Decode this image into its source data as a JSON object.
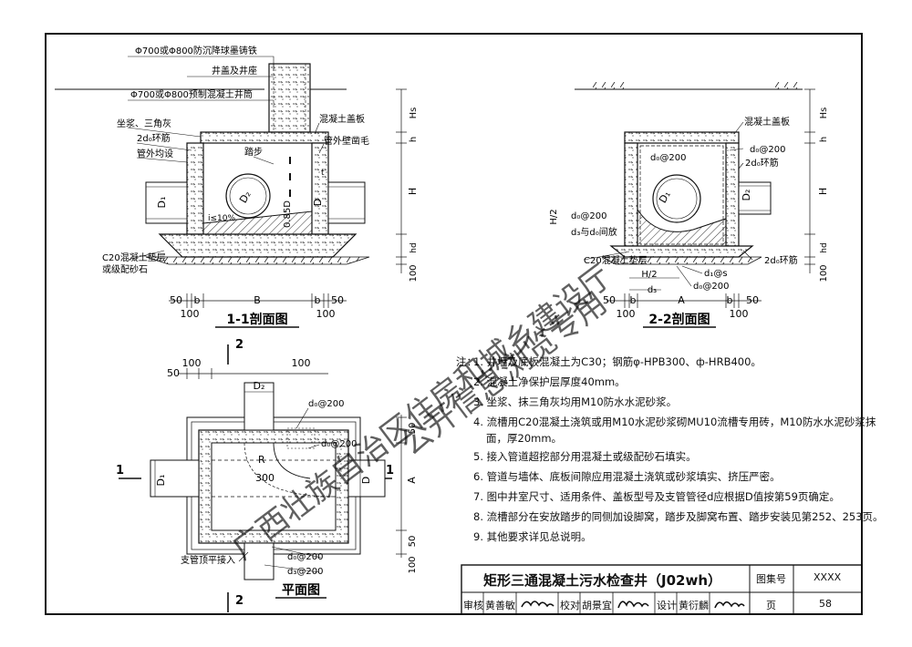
{
  "drawing": {
    "section1": {
      "title": "1-1剖面图",
      "labels": {
        "cover": "Φ700或Φ800防沉降球墨铸铁",
        "seat": "井盖及井座",
        "tube": "Φ700或Φ800预制混凝土井筒",
        "mortar": "坐浆、三角灰",
        "ring": "2d₀环筋",
        "fill": "管外均设",
        "slab": "混凝土盖板",
        "step": "踏步",
        "rough": "管外壁凿毛",
        "slope": "i≤10%",
        "D1": "D₁",
        "D2": "D₂",
        "depth": "0.85D",
        "D": "D",
        "H": "H",
        "Hs": "Hs",
        "h": "h",
        "hd": "hd",
        "t": "t",
        "base": "C20混凝土垫层",
        "base2": "或级配砂石",
        "dim100": "100"
      },
      "dims": [
        "50",
        "b",
        "B",
        "b",
        "50",
        "100",
        "100"
      ]
    },
    "section2": {
      "title": "2-2剖面图",
      "labels": {
        "slab": "混凝土盖板",
        "rebar1": "d₀@200",
        "rebar2": "2d₀环筋",
        "rebar3": "d₀@200",
        "rebar4": "d₀@200",
        "rebar5": "d₃与d₀间放",
        "D1": "D₁",
        "D2": "D₂",
        "H2v": "H/2",
        "base": "C20混凝土垫层",
        "ring": "2d₀环筋",
        "H2": "H/2",
        "d3": "d₃",
        "d1s": "d₁@s",
        "d0": "d₀@200",
        "H": "H",
        "Hs": "Hs",
        "h": "h",
        "hd": "hd",
        "dim100": "100"
      },
      "dims": [
        "50",
        "b",
        "A",
        "b",
        "50",
        "100",
        "100"
      ]
    },
    "plan": {
      "title": "平面图",
      "labels": {
        "sec1": "1",
        "sec2": "2",
        "D2": "D₂",
        "D1": "D₁",
        "D": "D",
        "A": "A",
        "R": "R",
        "r300": "300",
        "d0a": "d₀@200",
        "d0b": "d₀@200",
        "d0c": "d₀@200",
        "d3": "d₃@200",
        "branch": "支管顶平接入",
        "d100": "100",
        "d50": "50"
      }
    }
  },
  "notes": {
    "heading": "注：",
    "items": [
      "1. 井墙及底板混凝土为C30；钢筋φ-HPB300、ф-HRB400。",
      "2. 混凝土净保护层厚度40mm。",
      "3. 坐浆、抹三角灰均用M10防水水泥砂浆。",
      "4. 流槽用C20混凝土浇筑或用M10水泥砂浆砌MU10流槽专用砖，M10防水水泥砂浆抹",
      "5. 接入管道超挖部分用混凝土或级配砂石填实。",
      "6. 管道与墙体、底板间隙应用混凝土浇筑或砂浆填实、挤压严密。",
      "7. 图中井室尺寸、适用条件、盖板型号及支管管径d应根据D值按第59页确定。",
      "8. 流槽部分在安放踏步的同侧加设脚窝，踏步及脚窝布置、踏步安装见第252、253页。",
      "9. 其他要求详见总说明。"
    ],
    "item4_cont": "面，厚20mm。"
  },
  "title_block": {
    "title": "矩形三通混凝土污水检查井（J02wh）",
    "atlas_label": "图集号",
    "atlas_no": "XXXX",
    "review": "审核",
    "reviewer": "黄善敏",
    "check": "校对",
    "checker": "胡景宜",
    "design": "设计",
    "designer": "黄衍麟",
    "page_label": "页",
    "page_no": "58"
  },
  "watermark": {
    "line1": "广西壮族自治区住房和城乡建设厅",
    "line2": "公开信息浏览专用"
  }
}
